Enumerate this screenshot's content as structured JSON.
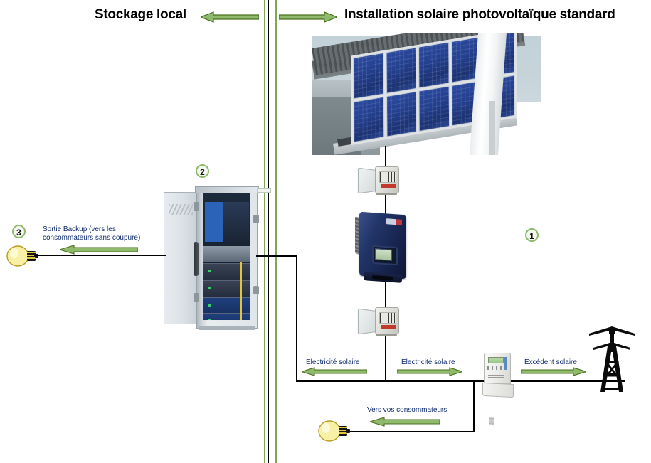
{
  "diagram": {
    "title_left": "Stockage local",
    "title_right": "Installation solaire photovoltaïque standard",
    "labels": {
      "backup_output": "Sortie Backup (vers les consommateurs sans coupure)",
      "solar_electricity_left": "Electricité solaire",
      "solar_electricity_right": "Electricité solaire",
      "solar_surplus": "Excédent solaire",
      "to_consumers": "Vers vos consommateurs"
    },
    "markers": [
      {
        "id": "marker-1",
        "number": "1"
      },
      {
        "id": "marker-2",
        "number": "2"
      },
      {
        "id": "marker-3",
        "number": "3"
      }
    ],
    "components": {
      "solar_panels": "solar-roof-photo",
      "dc_disconnect": "dc-disconnect-box",
      "inverter": "solar-inverter",
      "ac_disconnect": "ac-disconnect-box",
      "battery_cabinet": "battery-storage-cabinet",
      "electricity_meter": "electricity-meter",
      "grid_pylon": "grid-pylon",
      "bulb_backup": "light-bulb-backup",
      "bulb_consumers": "light-bulb-consumers"
    },
    "colors": {
      "arrow_fill": "#8FB96B",
      "arrow_stroke": "#49701F",
      "divider_green": "#7FA653",
      "divider_black": "#000000",
      "label_text": "#0E2A6E",
      "title_text": "#000000",
      "badge_ring": "#8DBB6B",
      "wire": "#000000",
      "panel_blue": "#24408F",
      "bulb_yellow": "#F7EE9E"
    }
  }
}
